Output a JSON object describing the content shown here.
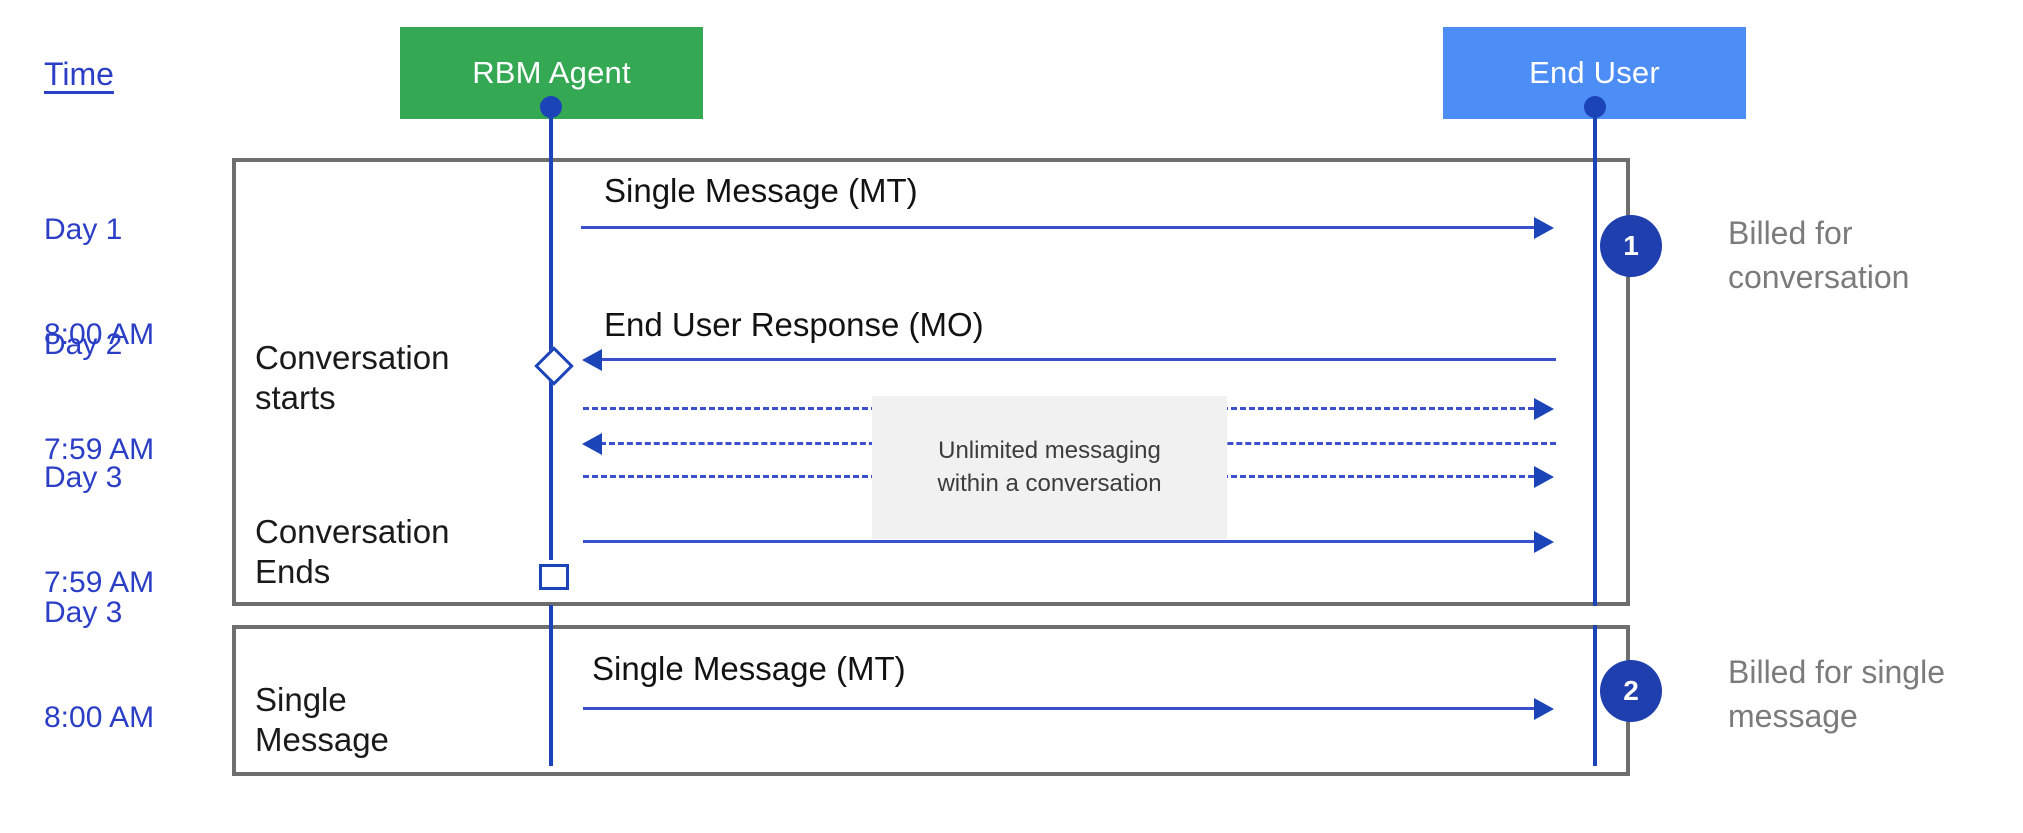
{
  "diagram": {
    "title_hidden": "",
    "time_column": {
      "header": "Time",
      "entries": [
        {
          "day": "Day 1",
          "time": "8:00 AM"
        },
        {
          "day": "Day 2",
          "time": "7:59 AM"
        },
        {
          "day": "Day 3",
          "time": "7:59 AM"
        },
        {
          "day": "Day 3",
          "time": "8:00 AM"
        }
      ]
    },
    "actors": [
      {
        "name": "RBM Agent",
        "color": "#34a853"
      },
      {
        "name": "End User",
        "color": "#4c8df6"
      }
    ],
    "groups": [
      {
        "id": "conversation",
        "stage_labels": [
          "Conversation\nstarts",
          "Conversation\nEnds"
        ],
        "badge": "1",
        "billing_text": "Billed for\nconversation"
      },
      {
        "id": "single-message",
        "stage_labels": [
          "Single\nMessage"
        ],
        "badge": "2",
        "billing_text": "Billed for single\nmessage"
      }
    ],
    "messages": [
      {
        "label": "Single Message (MT)",
        "direction": "right",
        "style": "solid"
      },
      {
        "label": "End User Response (MO)",
        "direction": "left",
        "style": "solid"
      },
      {
        "label": "",
        "direction": "right",
        "style": "dashed"
      },
      {
        "label": "",
        "direction": "left",
        "style": "dashed"
      },
      {
        "label": "",
        "direction": "right",
        "style": "dashed"
      },
      {
        "label": "",
        "direction": "right",
        "style": "solid"
      },
      {
        "label": "Single Message (MT)",
        "direction": "right",
        "style": "solid"
      }
    ],
    "center_note": {
      "line1": "Unlimited messaging",
      "line2": "within a conversation"
    },
    "colors": {
      "agent": "#34a853",
      "user": "#4c8df6",
      "lifeline": "#1a44b8",
      "arrow": "#3b50cf",
      "badge": "#1f3fae",
      "time_text": "#2b3ec6",
      "billing_text": "#7b7b7b",
      "group_border": "#6e6e6e",
      "note_bg": "#f1f1f1"
    }
  }
}
